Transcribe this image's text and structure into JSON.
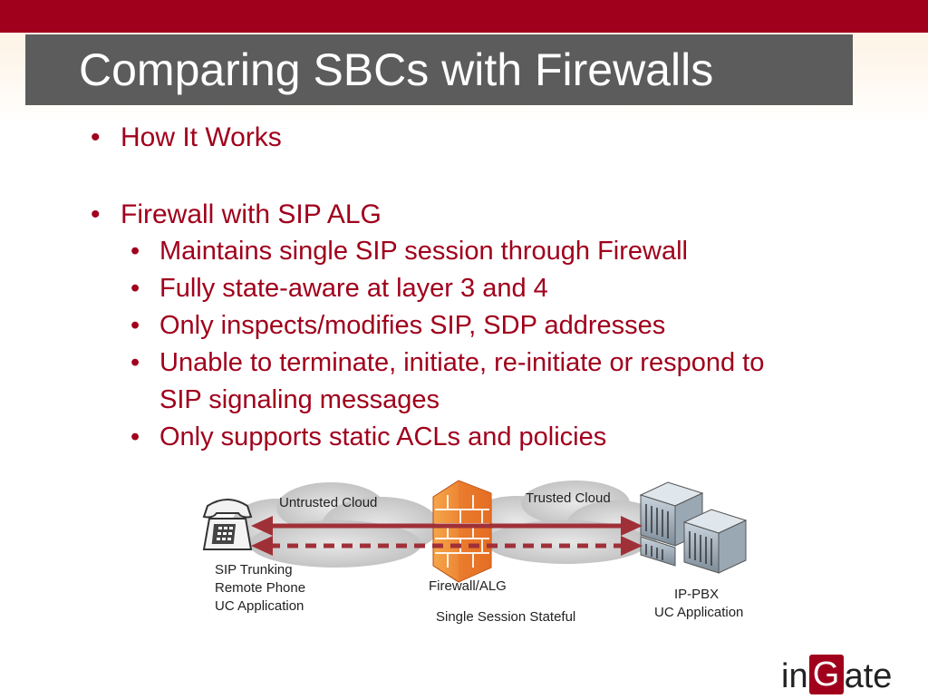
{
  "slide": {
    "title": "Comparing SBCs with Firewalls",
    "colors": {
      "accent": "#a0001c",
      "title_bar": "#5c5c5c"
    }
  },
  "bullets": {
    "b1": "How It Works",
    "b2": "Firewall with SIP ALG",
    "sub": [
      "Maintains single SIP session through Firewall",
      "Fully state-aware at layer 3 and 4",
      "Only inspects/modifies SIP, SDP addresses",
      "Unable to terminate, initiate, re-initiate or respond to",
      "SIP signaling messages",
      "Only supports static ACLs and policies"
    ]
  },
  "diagram": {
    "untrusted_cloud": "Untrusted Cloud",
    "trusted_cloud": "Trusted Cloud",
    "left_device": [
      "SIP Trunking",
      "Remote Phone",
      "UC Application"
    ],
    "middle_device": "Firewall/ALG",
    "right_device": [
      "IP-PBX",
      "UC Application"
    ],
    "caption": "Single Session Stateful",
    "icons": [
      "phone-icon",
      "firewall-icon",
      "server-rack-icon"
    ]
  },
  "logo": {
    "pre": "in",
    "mid": "G",
    "post": "ate"
  }
}
